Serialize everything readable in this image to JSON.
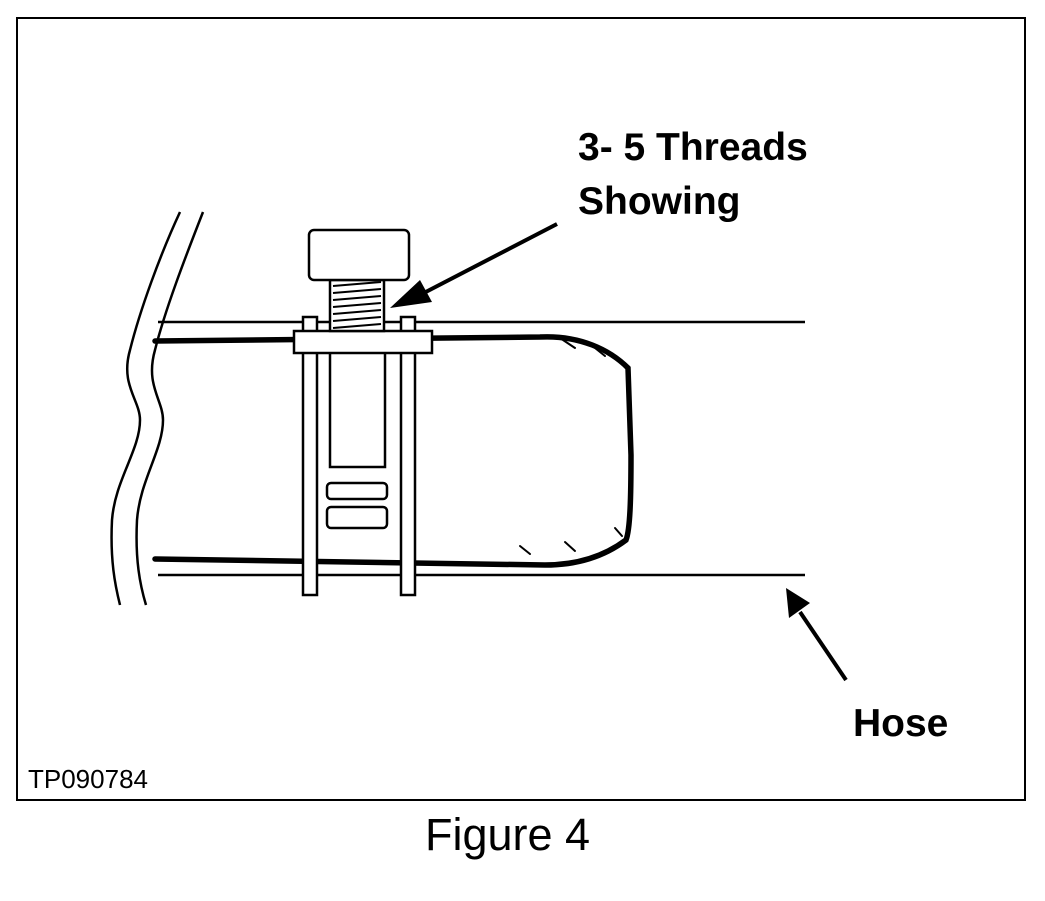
{
  "figure": {
    "callouts": {
      "threads_line1": "3- 5 Threads",
      "threads_line2": "Showing",
      "hose": "Hose"
    },
    "figure_code": "TP090784",
    "caption": "Figure 4"
  },
  "colors": {
    "ink": "#000000",
    "paper": "#ffffff"
  }
}
